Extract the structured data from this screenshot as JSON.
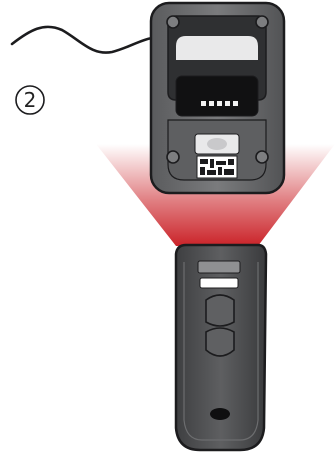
{
  "step": {
    "number": "2"
  },
  "colors": {
    "body_dark": "#4a4b4d",
    "body_mid": "#6a6b6d",
    "body_light": "#9b9c9e",
    "outline": "#1c1c1e",
    "scan_beam": "#c8181e",
    "cable": "#1c1c1e"
  },
  "icons": {
    "cradle": "charging-cradle",
    "scanner": "handheld-barcode-scanner",
    "barcode": "2d-barcode",
    "beam": "scan-beam"
  }
}
